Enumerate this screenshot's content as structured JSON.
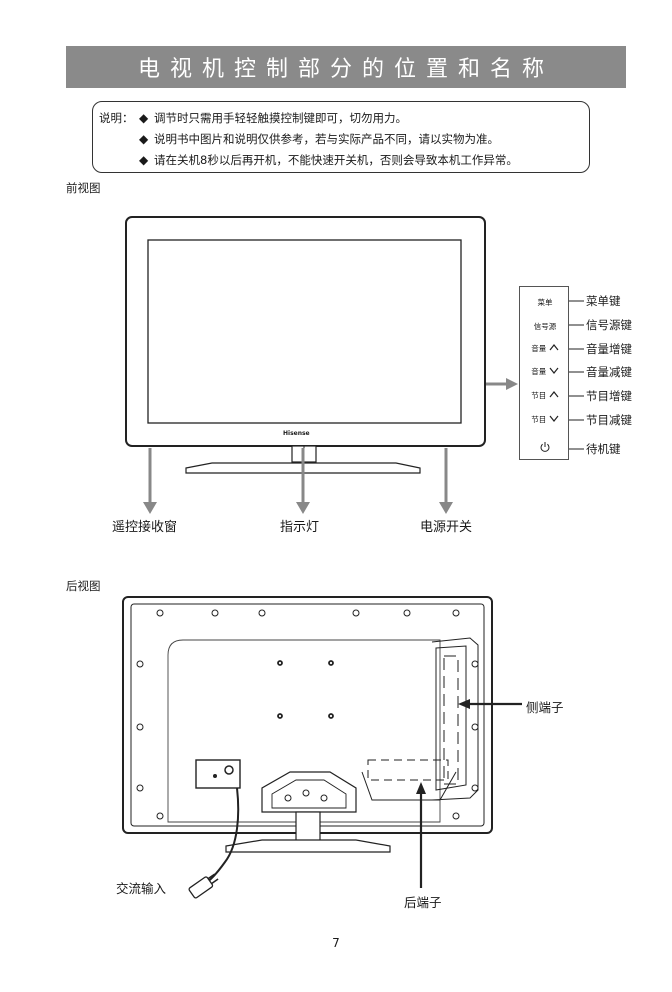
{
  "page": {
    "title": "电视机控制部分的位置和名称",
    "page_number": "7"
  },
  "notes": {
    "lead": "说明：",
    "bullet": "◆",
    "items": [
      "调节时只需用手轻轻触摸控制键即可，切勿用力。",
      "说明书中图片和说明仅供参考，若与实际产品不同，请以实物为准。",
      "请在关机8秒以后再开机，不能快速开关机，否则会导致本机工作异常。"
    ]
  },
  "front_view": {
    "label": "前视图",
    "brand_logo": "Hisense",
    "callouts": {
      "remote_window": "遥控接收窗",
      "indicator": "指示灯",
      "power_switch": "电源开关"
    },
    "panel_keys": [
      {
        "key": "菜单",
        "name": "菜单键"
      },
      {
        "key": "信号源",
        "name": "信号源键"
      },
      {
        "key": "音量",
        "name": "音量增键",
        "glyph": "up"
      },
      {
        "key": "音量",
        "name": "音量减键",
        "glyph": "down"
      },
      {
        "key": "节目",
        "name": "节目增键",
        "glyph": "up"
      },
      {
        "key": "节目",
        "name": "节目减键",
        "glyph": "down"
      },
      {
        "key": "",
        "name": "待机键",
        "glyph": "power"
      }
    ]
  },
  "rear_view": {
    "label": "后视图",
    "callouts": {
      "side_terminal": "侧端子",
      "ac_input": "交流输入",
      "rear_terminal": "后端子"
    }
  },
  "colors": {
    "banner": "#8a8a8a",
    "arrow": "#888888",
    "line": "#222222"
  }
}
